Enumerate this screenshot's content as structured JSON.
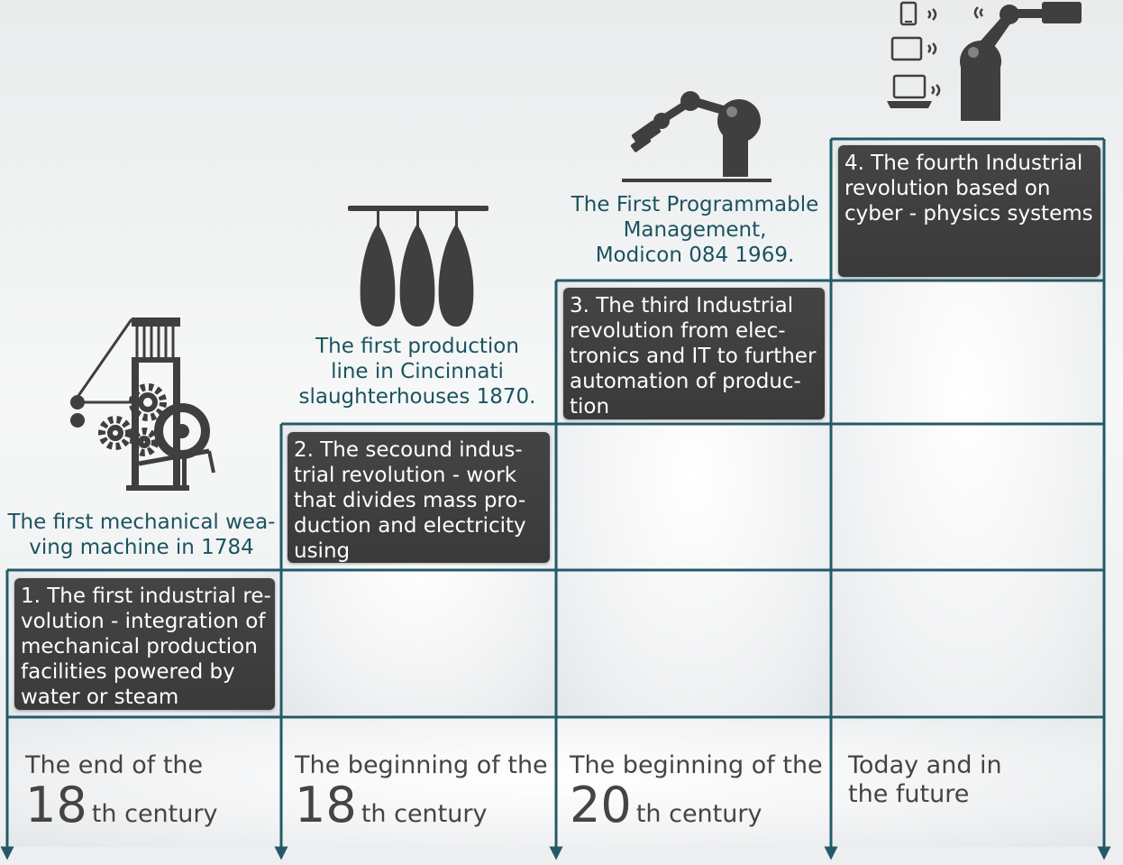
{
  "colors": {
    "grid_line": "#245a68",
    "box_background": "#3e3e3e",
    "caption_text": "#1b5360",
    "icon_fill": "#3f3f3f"
  },
  "stages": [
    {
      "box_lines": [
        "1. The first industrial re-",
        "volution - integration of",
        "mechanical production",
        "facilities powered by",
        "water or steam"
      ],
      "caption_lines": [
        "The first mechanical wea-",
        "ving machine in 1784"
      ],
      "period_top": "The end of the",
      "period_number": "18",
      "period_suffix": "th century",
      "icon": "weaving-machine-icon"
    },
    {
      "box_lines": [
        "2. The secound indus-",
        "trial revolution - work",
        "that divides mass pro-",
        "duction and electricity",
        "using"
      ],
      "caption_lines": [
        "The first production",
        "line in Cincinnati",
        "slaughterhouses 1870."
      ],
      "period_top": "The beginning of the",
      "period_number": "18",
      "period_suffix": "th century",
      "icon": "production-line-icon"
    },
    {
      "box_lines": [
        "3. The third Industrial",
        "revolution from elec-",
        "tronics and IT to further",
        "automation of produc-",
        "tion"
      ],
      "caption_lines": [
        "The First Programmable",
        "Management,",
        "Modicon 084 1969."
      ],
      "period_top": "The beginning of the",
      "period_number": "20",
      "period_suffix": "th century",
      "icon": "robot-arm-icon"
    },
    {
      "box_lines": [
        "4. The fourth Industrial",
        "revolution based on",
        "cyber - physics systems"
      ],
      "caption_lines": [],
      "period_top": "Today and in",
      "period_top_2": "the future",
      "icon": "connected-devices-robot-icon"
    }
  ]
}
